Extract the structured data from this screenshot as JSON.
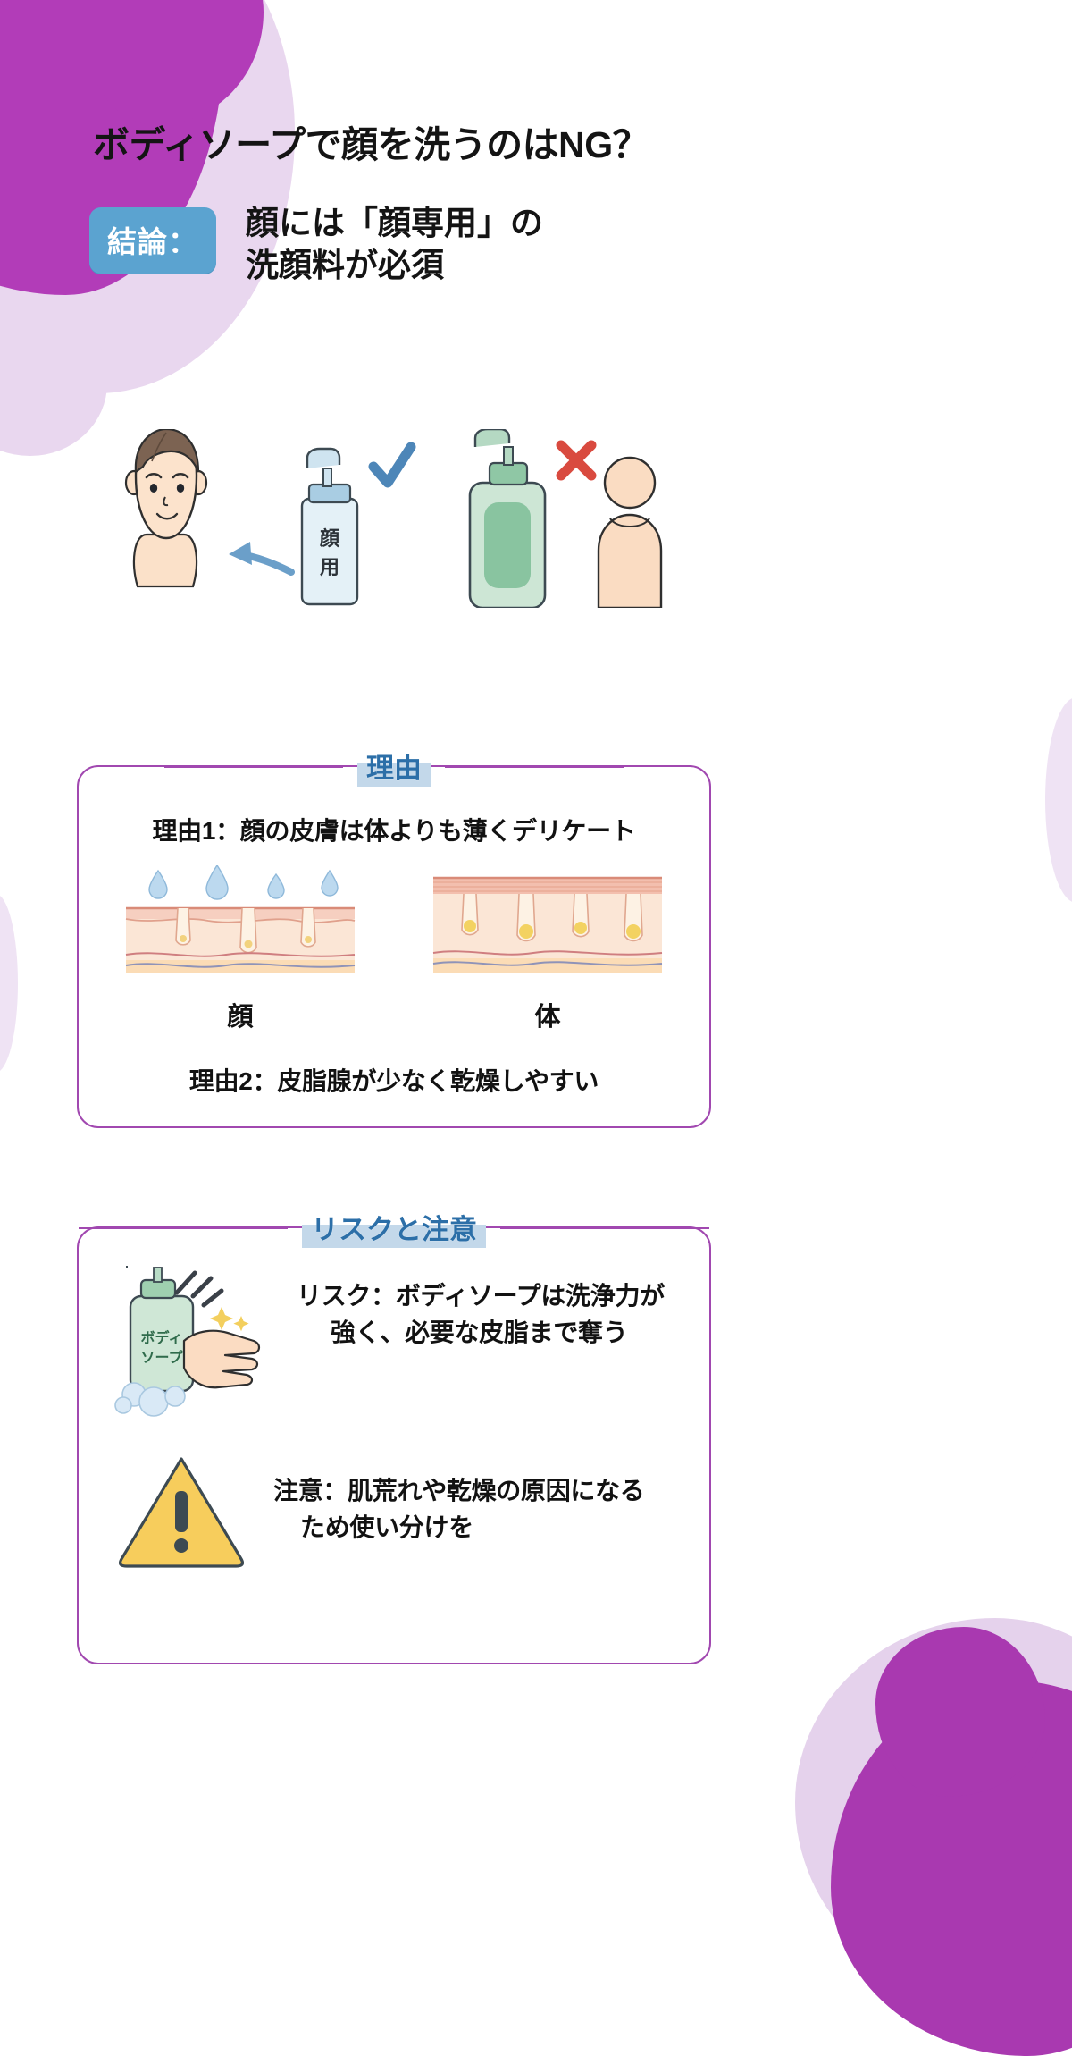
{
  "title": "ボディソープで顔を洗うのはNG？",
  "conclusion": {
    "badge": "結論：",
    "line1": "顔には「顔専用」の",
    "line2": "洗顔料が必須"
  },
  "hero": {
    "face_bottle_label_l1": "顔",
    "face_bottle_label_l2": "用",
    "check_mark": "✔",
    "cross_mark": "✖",
    "face_icon": "smiling-face",
    "body_icon": "torso",
    "arrow_icon": "curved-arrow-left"
  },
  "reason_card": {
    "header": "理由",
    "reason1": "理由1：顔の皮膚は体よりも薄くデリケート",
    "reason2": "理由2：皮脂腺が少なく乾燥しやすい",
    "diagram_left_label": "顔",
    "diagram_right_label": "体"
  },
  "risk_card": {
    "header": "リスクと注意",
    "risk_line1": "リスク：ボディソープは洗浄力が",
    "risk_line2": "強く、必要な皮脂まで奪う",
    "caution_line1": "注意：肌荒れや乾燥の原因になる",
    "caution_line2": "ため使い分けを",
    "bottle_label_l1": "ボディ",
    "bottle_label_l2": "ソープ",
    "warning_icon": "warning-triangle"
  },
  "colors": {
    "accent_purple": "#a148b0",
    "blob_purple": "#b23cb8",
    "badge_blue": "#5ba3d0",
    "header_blue": "#2c6fa8",
    "header_highlight": "#c3d8ea",
    "text_black": "#121212",
    "face_bottle": "#cfe2ef",
    "body_bottle": "#a9cfb4",
    "warning_yellow": "#f5c84b"
  }
}
